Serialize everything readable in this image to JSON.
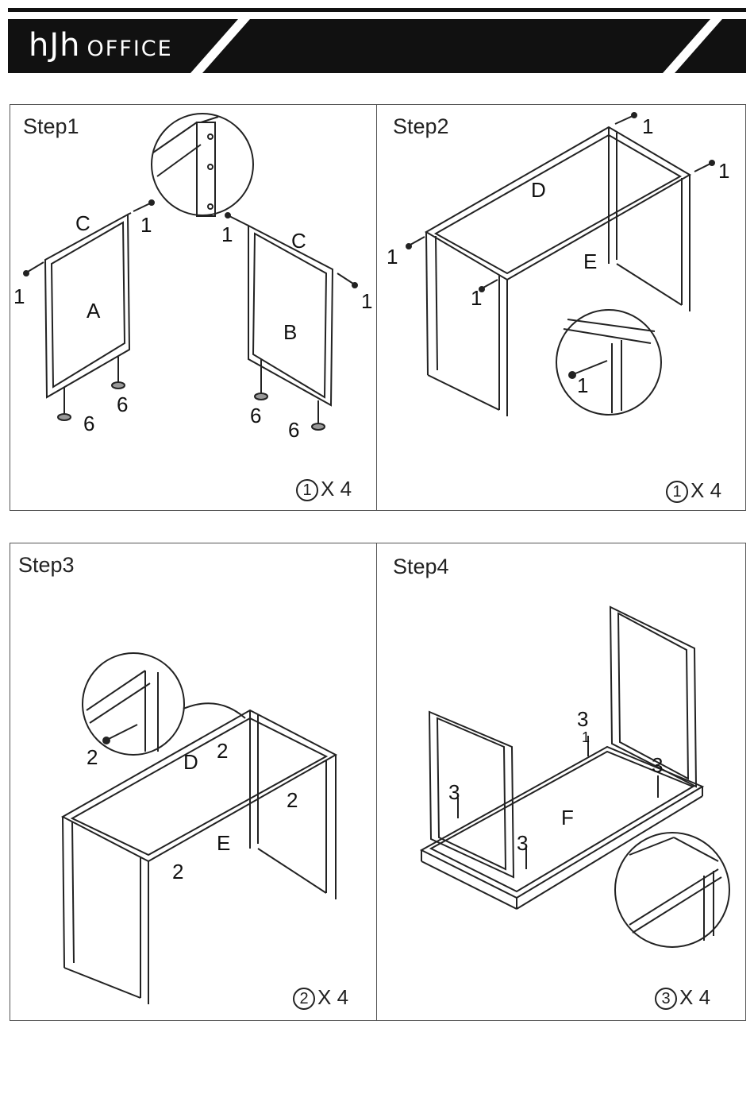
{
  "header": {
    "brand_mark": "hJh",
    "brand_text": "OFFICE"
  },
  "steps": [
    {
      "title": "Step1",
      "qty_part": "1",
      "qty_text": "X 4",
      "labels": {
        "c_left": "C",
        "c_right": "C",
        "a": "A",
        "b": "B",
        "s1": "1",
        "s2": "1",
        "s3": "1",
        "s4": "1",
        "f1": "6",
        "f2": "6",
        "f3": "6",
        "f4": "6"
      }
    },
    {
      "title": "Step2",
      "qty_part": "1",
      "qty_text": "X 4",
      "labels": {
        "d": "D",
        "e": "E",
        "s1": "1",
        "s2": "1",
        "s3": "1",
        "s4": "1",
        "s5": "1"
      }
    },
    {
      "title": "Step3",
      "qty_part": "2",
      "qty_text": "X 4",
      "labels": {
        "d": "D",
        "e": "E",
        "s1": "2",
        "s2": "2",
        "s3": "2",
        "s4": "2"
      }
    },
    {
      "title": "Step4",
      "qty_part": "3",
      "qty_text": "X 4",
      "labels": {
        "f": "F",
        "s1": "3",
        "s2": "3",
        "s3": "3",
        "s4": "3",
        "circ": "1"
      }
    }
  ]
}
